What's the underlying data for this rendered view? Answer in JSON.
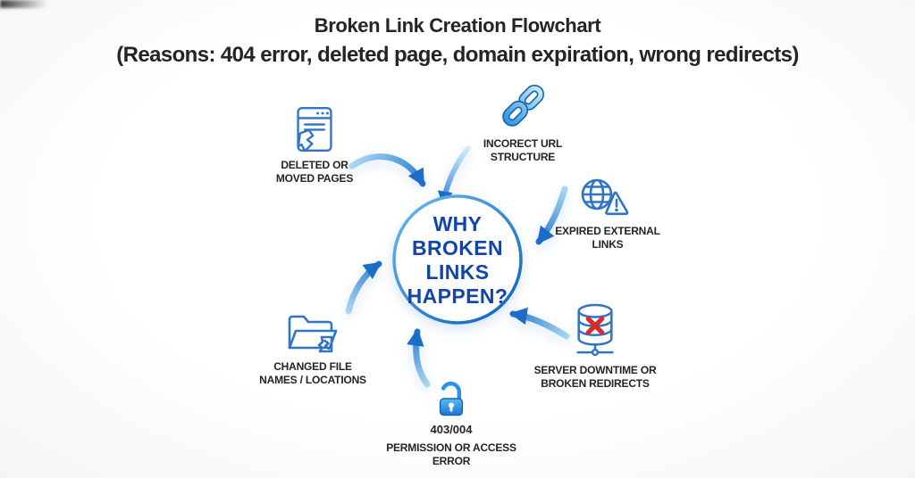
{
  "header": {
    "title": "Broken Link Creation Flowchart",
    "subtitle": "(Reasons: 404 error, deleted page, domain expiration, wrong redirects)"
  },
  "center": {
    "line1": "WHY",
    "line2": "BROKEN",
    "line3": "LINKS",
    "line4": "HAPPEN?"
  },
  "causes": {
    "deleted_pages": {
      "line1": "DELETED OR",
      "line2": "MOVED PAGES",
      "icon": "broken-page-icon"
    },
    "incorrect_url": {
      "line1": "INCORECT URL",
      "line2": "STRUCTURE",
      "icon": "chain-link-icon"
    },
    "expired_links": {
      "line1": "EXPIRED EXTERNAL",
      "line2": "LINKS",
      "icon": "globe-warning-icon"
    },
    "server_downtime": {
      "line1": "SERVER DOWNTIME OR",
      "line2": "BROKEN REDIRECTS",
      "icon": "server-error-icon"
    },
    "permission_error": {
      "code": "403/004",
      "line1": "PERMISSION OR ACCESS",
      "line2": "ERROR",
      "icon": "open-lock-icon"
    },
    "changed_files": {
      "line1": "CHANGED FILE",
      "line2": "NAMES / LOCATIONS",
      "icon": "broken-folder-icon"
    }
  },
  "colors": {
    "accent_blue": "#2f74c6",
    "deep_blue": "#1144ad",
    "arrow_blue": "#1d72cc",
    "error_red": "#d62c2c",
    "text_dark": "#242424"
  }
}
